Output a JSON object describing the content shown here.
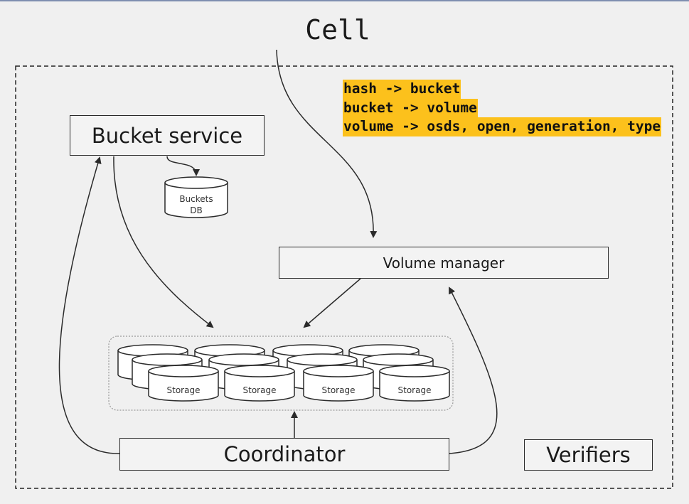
{
  "title": "Cell",
  "mapping_lines": [
    "hash -> bucket",
    "bucket -> volume",
    "volume -> osds, open, generation, type"
  ],
  "components": {
    "bucket_service": "Bucket service",
    "buckets_db": [
      "Buckets",
      "DB"
    ],
    "volume_manager": "Volume manager",
    "coordinator": "Coordinator",
    "verifiers": "Verifiers"
  },
  "storage_labels": [
    "Storage",
    "Storage",
    "Storage",
    "Storage"
  ],
  "colors": {
    "background": "#f0f0f0",
    "highlight": "#fcc11c",
    "stroke": "#2a2a2a"
  }
}
